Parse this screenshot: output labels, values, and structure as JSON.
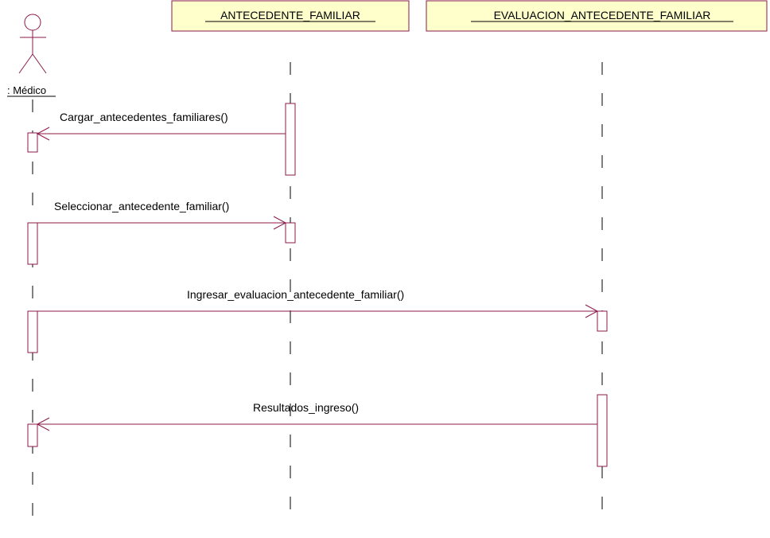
{
  "colors": {
    "lifeline": "#000000",
    "message": "#8b1a4a",
    "activation": "#8b1a4a",
    "object_fill": "#ffffcc",
    "object_border": "#8b1a4a"
  },
  "actor": {
    "name": ": Médico",
    "icon": "stick-figure-icon"
  },
  "objects": [
    {
      "id": "antecedente",
      "name": "ANTECEDENTE_FAMILIAR"
    },
    {
      "id": "evaluacion",
      "name": "EVALUACION_ANTECEDENTE_FAMILIAR"
    }
  ],
  "messages": [
    {
      "label": "Cargar_antecedentes_familiares()",
      "from": "antecedente",
      "to": "actor"
    },
    {
      "label": "Seleccionar_antecedente_familiar()",
      "from": "actor",
      "to": "antecedente"
    },
    {
      "label": "Ingresar_evaluacion_antecedente_familiar()",
      "from": "actor",
      "to": "evaluacion"
    },
    {
      "label": "Resultados_ingreso()",
      "from": "evaluacion",
      "to": "actor"
    }
  ]
}
